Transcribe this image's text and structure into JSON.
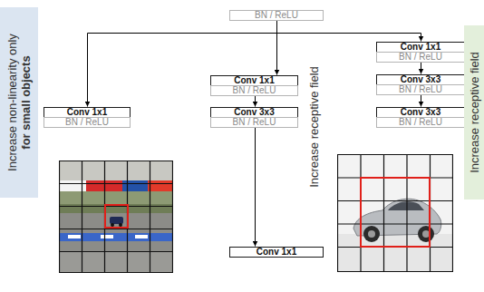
{
  "diagram": {
    "nodes": [
      {
        "text": [
          "BN / ReLU"
        ]
      },
      {
        "text": [
          "Increase non-linearity only",
          "for small objects"
        ]
      },
      {
        "text": [
          "Conv 1x1"
        ]
      },
      {
        "text": [
          "BN / ReLU"
        ]
      },
      {
        "text": [
          "Conv 1x1"
        ]
      },
      {
        "text": [
          "BN / ReLU"
        ]
      },
      {
        "text": [
          "Conv 3x3"
        ]
      },
      {
        "text": [
          "BN / ReLU"
        ]
      },
      {
        "text": [
          "Conv 1x1"
        ]
      },
      {
        "text": [
          "BN / ReLU"
        ]
      },
      {
        "text": [
          "Conv 3x3"
        ]
      },
      {
        "text": [
          "BN / ReLU"
        ]
      },
      {
        "text": [
          "Conv 3x3"
        ]
      },
      {
        "text": [
          "BN / ReLU"
        ]
      },
      {
        "text": [
          "Increase receptive field"
        ]
      },
      {
        "text": [
          "Increase receptive field"
        ]
      },
      {
        "text": [
          "Conv 1x1"
        ]
      }
    ],
    "edges": [
      {
        "from": 0,
        "to": 2,
        "arrow": "to"
      },
      {
        "from": 0,
        "to": 4,
        "arrow": "to"
      },
      {
        "from": 0,
        "to": 8,
        "arrow": "to"
      },
      {
        "from": 5,
        "to": 6,
        "arrow": "to"
      },
      {
        "from": 9,
        "to": 10,
        "arrow": "to"
      },
      {
        "from": 11,
        "to": 12,
        "arrow": "to"
      },
      {
        "from": 7,
        "to": 16,
        "arrow": "to"
      }
    ]
  }
}
